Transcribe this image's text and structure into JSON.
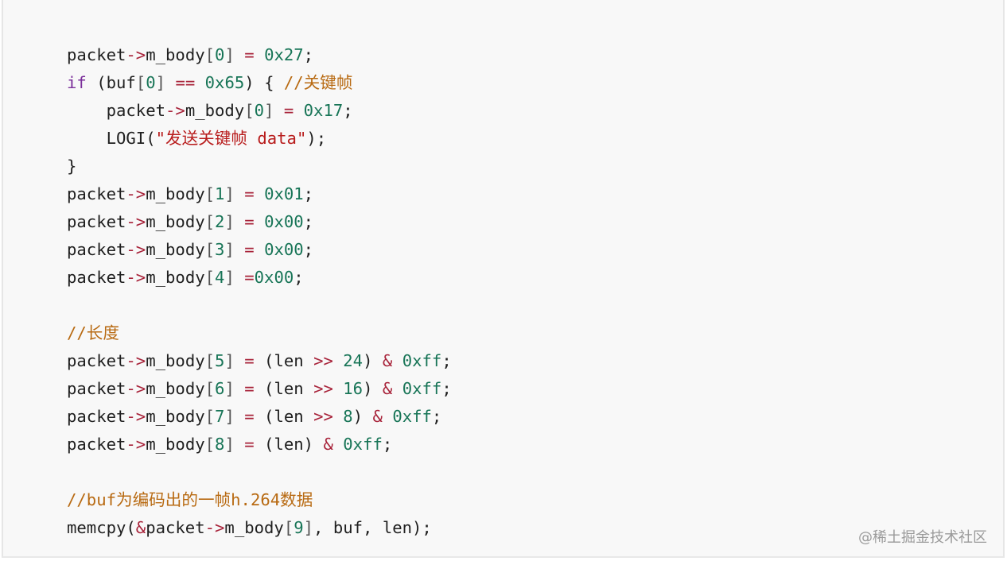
{
  "code": {
    "language": "c",
    "lines": [
      [
        {
          "t": "packet",
          "c": ""
        },
        {
          "t": "->",
          "c": "op"
        },
        {
          "t": "m_body",
          "c": ""
        },
        {
          "t": "[",
          "c": "brk"
        },
        {
          "t": "0",
          "c": "num"
        },
        {
          "t": "]",
          "c": "brk"
        },
        {
          "t": " ",
          "c": ""
        },
        {
          "t": "=",
          "c": "op"
        },
        {
          "t": " ",
          "c": ""
        },
        {
          "t": "0x27",
          "c": "num"
        },
        {
          "t": ";",
          "c": ""
        }
      ],
      [
        {
          "t": "if",
          "c": "kw"
        },
        {
          "t": " (buf",
          "c": ""
        },
        {
          "t": "[",
          "c": "brk"
        },
        {
          "t": "0",
          "c": "num"
        },
        {
          "t": "]",
          "c": "brk"
        },
        {
          "t": " ",
          "c": ""
        },
        {
          "t": "==",
          "c": "op"
        },
        {
          "t": " ",
          "c": ""
        },
        {
          "t": "0x65",
          "c": "num"
        },
        {
          "t": ") { ",
          "c": ""
        },
        {
          "t": "//关键帧",
          "c": "cm"
        }
      ],
      [
        {
          "t": "    packet",
          "c": ""
        },
        {
          "t": "->",
          "c": "op"
        },
        {
          "t": "m_body",
          "c": ""
        },
        {
          "t": "[",
          "c": "brk"
        },
        {
          "t": "0",
          "c": "num"
        },
        {
          "t": "]",
          "c": "brk"
        },
        {
          "t": " ",
          "c": ""
        },
        {
          "t": "=",
          "c": "op"
        },
        {
          "t": " ",
          "c": ""
        },
        {
          "t": "0x17",
          "c": "num"
        },
        {
          "t": ";",
          "c": ""
        }
      ],
      [
        {
          "t": "    LOGI(",
          "c": ""
        },
        {
          "t": "\"发送关键帧 data\"",
          "c": "str"
        },
        {
          "t": ");",
          "c": ""
        }
      ],
      [
        {
          "t": "}",
          "c": ""
        }
      ],
      [
        {
          "t": "packet",
          "c": ""
        },
        {
          "t": "->",
          "c": "op"
        },
        {
          "t": "m_body",
          "c": ""
        },
        {
          "t": "[",
          "c": "brk"
        },
        {
          "t": "1",
          "c": "num"
        },
        {
          "t": "]",
          "c": "brk"
        },
        {
          "t": " ",
          "c": ""
        },
        {
          "t": "=",
          "c": "op"
        },
        {
          "t": " ",
          "c": ""
        },
        {
          "t": "0x01",
          "c": "num"
        },
        {
          "t": ";",
          "c": ""
        }
      ],
      [
        {
          "t": "packet",
          "c": ""
        },
        {
          "t": "->",
          "c": "op"
        },
        {
          "t": "m_body",
          "c": ""
        },
        {
          "t": "[",
          "c": "brk"
        },
        {
          "t": "2",
          "c": "num"
        },
        {
          "t": "]",
          "c": "brk"
        },
        {
          "t": " ",
          "c": ""
        },
        {
          "t": "=",
          "c": "op"
        },
        {
          "t": " ",
          "c": ""
        },
        {
          "t": "0x00",
          "c": "num"
        },
        {
          "t": ";",
          "c": ""
        }
      ],
      [
        {
          "t": "packet",
          "c": ""
        },
        {
          "t": "->",
          "c": "op"
        },
        {
          "t": "m_body",
          "c": ""
        },
        {
          "t": "[",
          "c": "brk"
        },
        {
          "t": "3",
          "c": "num"
        },
        {
          "t": "]",
          "c": "brk"
        },
        {
          "t": " ",
          "c": ""
        },
        {
          "t": "=",
          "c": "op"
        },
        {
          "t": " ",
          "c": ""
        },
        {
          "t": "0x00",
          "c": "num"
        },
        {
          "t": ";",
          "c": ""
        }
      ],
      [
        {
          "t": "packet",
          "c": ""
        },
        {
          "t": "->",
          "c": "op"
        },
        {
          "t": "m_body",
          "c": ""
        },
        {
          "t": "[",
          "c": "brk"
        },
        {
          "t": "4",
          "c": "num"
        },
        {
          "t": "]",
          "c": "brk"
        },
        {
          "t": " ",
          "c": ""
        },
        {
          "t": "=",
          "c": "op"
        },
        {
          "t": "0x00",
          "c": "num"
        },
        {
          "t": ";",
          "c": ""
        }
      ],
      [],
      [
        {
          "t": "//长度",
          "c": "cm"
        }
      ],
      [
        {
          "t": "packet",
          "c": ""
        },
        {
          "t": "->",
          "c": "op"
        },
        {
          "t": "m_body",
          "c": ""
        },
        {
          "t": "[",
          "c": "brk"
        },
        {
          "t": "5",
          "c": "num"
        },
        {
          "t": "]",
          "c": "brk"
        },
        {
          "t": " ",
          "c": ""
        },
        {
          "t": "=",
          "c": "op"
        },
        {
          "t": " (len ",
          "c": ""
        },
        {
          "t": ">>",
          "c": "op"
        },
        {
          "t": " ",
          "c": ""
        },
        {
          "t": "24",
          "c": "num"
        },
        {
          "t": ") ",
          "c": ""
        },
        {
          "t": "&",
          "c": "op"
        },
        {
          "t": " ",
          "c": ""
        },
        {
          "t": "0xff",
          "c": "num"
        },
        {
          "t": ";",
          "c": ""
        }
      ],
      [
        {
          "t": "packet",
          "c": ""
        },
        {
          "t": "->",
          "c": "op"
        },
        {
          "t": "m_body",
          "c": ""
        },
        {
          "t": "[",
          "c": "brk"
        },
        {
          "t": "6",
          "c": "num"
        },
        {
          "t": "]",
          "c": "brk"
        },
        {
          "t": " ",
          "c": ""
        },
        {
          "t": "=",
          "c": "op"
        },
        {
          "t": " (len ",
          "c": ""
        },
        {
          "t": ">>",
          "c": "op"
        },
        {
          "t": " ",
          "c": ""
        },
        {
          "t": "16",
          "c": "num"
        },
        {
          "t": ") ",
          "c": ""
        },
        {
          "t": "&",
          "c": "op"
        },
        {
          "t": " ",
          "c": ""
        },
        {
          "t": "0xff",
          "c": "num"
        },
        {
          "t": ";",
          "c": ""
        }
      ],
      [
        {
          "t": "packet",
          "c": ""
        },
        {
          "t": "->",
          "c": "op"
        },
        {
          "t": "m_body",
          "c": ""
        },
        {
          "t": "[",
          "c": "brk"
        },
        {
          "t": "7",
          "c": "num"
        },
        {
          "t": "]",
          "c": "brk"
        },
        {
          "t": " ",
          "c": ""
        },
        {
          "t": "=",
          "c": "op"
        },
        {
          "t": " (len ",
          "c": ""
        },
        {
          "t": ">>",
          "c": "op"
        },
        {
          "t": " ",
          "c": ""
        },
        {
          "t": "8",
          "c": "num"
        },
        {
          "t": ") ",
          "c": ""
        },
        {
          "t": "&",
          "c": "op"
        },
        {
          "t": " ",
          "c": ""
        },
        {
          "t": "0xff",
          "c": "num"
        },
        {
          "t": ";",
          "c": ""
        }
      ],
      [
        {
          "t": "packet",
          "c": ""
        },
        {
          "t": "->",
          "c": "op"
        },
        {
          "t": "m_body",
          "c": ""
        },
        {
          "t": "[",
          "c": "brk"
        },
        {
          "t": "8",
          "c": "num"
        },
        {
          "t": "]",
          "c": "brk"
        },
        {
          "t": " ",
          "c": ""
        },
        {
          "t": "=",
          "c": "op"
        },
        {
          "t": " (len) ",
          "c": ""
        },
        {
          "t": "&",
          "c": "op"
        },
        {
          "t": " ",
          "c": ""
        },
        {
          "t": "0xff",
          "c": "num"
        },
        {
          "t": ";",
          "c": ""
        }
      ],
      [],
      [
        {
          "t": "//buf为编码出的一帧h.264数据",
          "c": "cm"
        }
      ],
      [
        {
          "t": "memcpy(",
          "c": ""
        },
        {
          "t": "&",
          "c": "op"
        },
        {
          "t": "packet",
          "c": ""
        },
        {
          "t": "->",
          "c": "op"
        },
        {
          "t": "m_body",
          "c": ""
        },
        {
          "t": "[",
          "c": "brk"
        },
        {
          "t": "9",
          "c": "num"
        },
        {
          "t": "]",
          "c": "brk"
        },
        {
          "t": ", buf, len);",
          "c": ""
        }
      ]
    ]
  },
  "watermark": "@稀土掘金技术社区"
}
